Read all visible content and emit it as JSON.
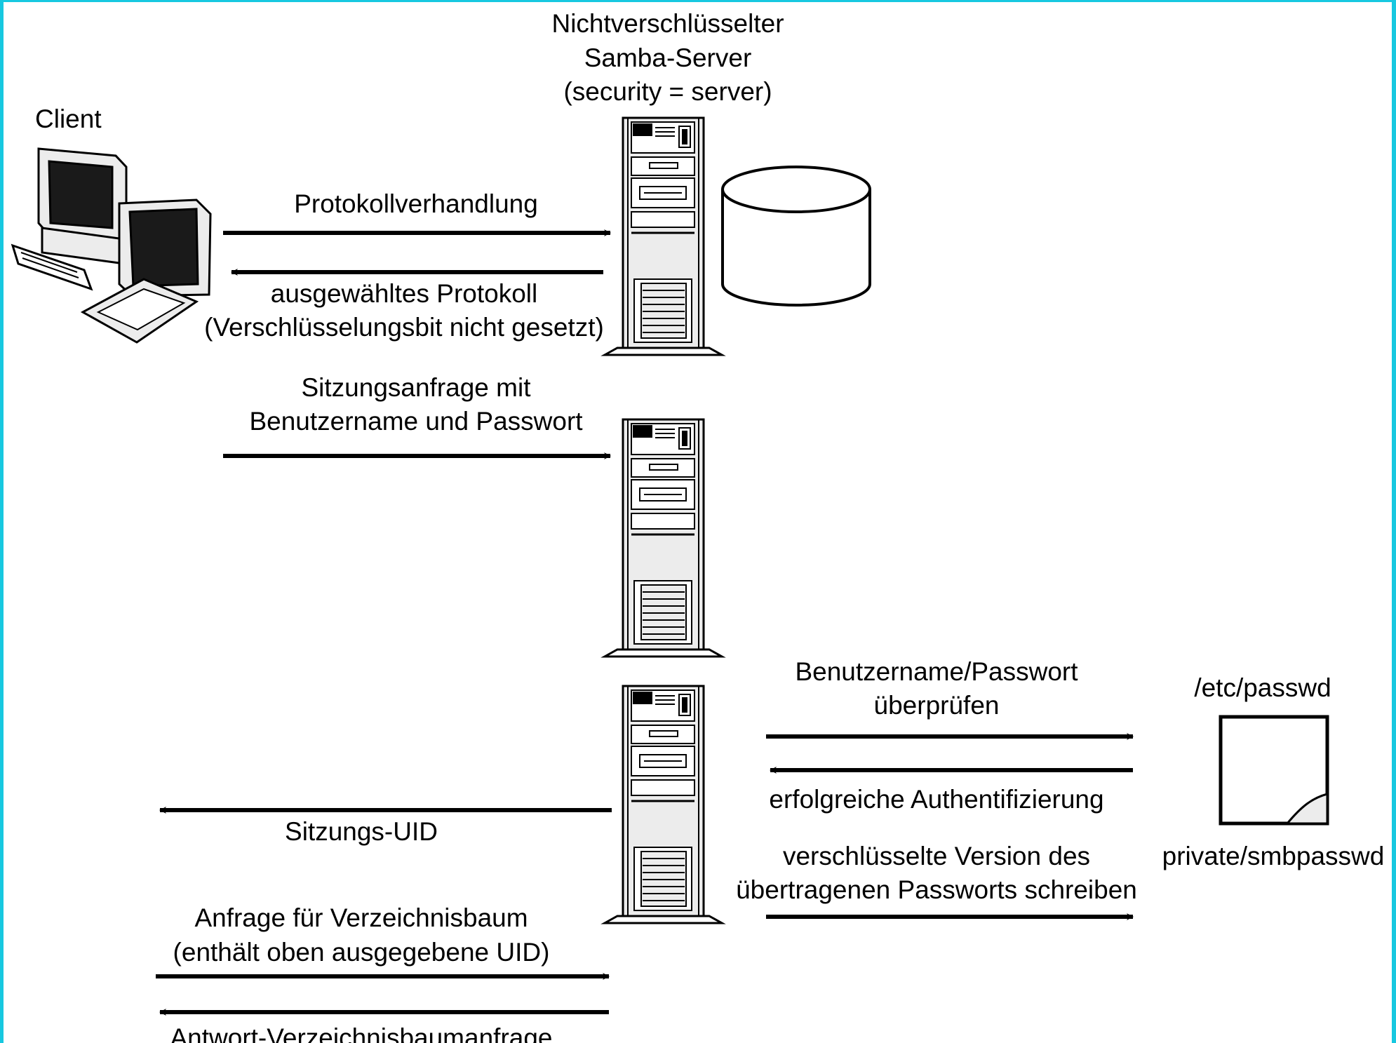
{
  "server": {
    "title_line1": "Nichtverschlüsselter",
    "title_line2": "Samba-Server",
    "title_line3": "(security = server)"
  },
  "client": {
    "label": "Client"
  },
  "files": {
    "passwd": "/etc/passwd",
    "smbpasswd": "private/smbpasswd"
  },
  "messages": {
    "protocol_negotiation": "Protokollverhandlung",
    "selected_protocol_line1": "ausgewähltes Protokoll",
    "selected_protocol_line2": "(Verschlüsselungsbit nicht gesetzt)",
    "session_request_line1": "Sitzungsanfrage mit",
    "session_request_line2": "Benutzername und Passwort",
    "verify_line1": "Benutzername/Passwort",
    "verify_line2": "überprüfen",
    "auth_success": "erfolgreiche Authentifizierung",
    "write_line1": "verschlüsselte Version des",
    "write_line2": "übertragenen Passworts schreiben",
    "session_uid": "Sitzungs-UID",
    "tree_request_line1": "Anfrage für Verzeichnisbaum",
    "tree_request_line2": "(enthält oben ausgegebene UID)",
    "tree_response": "Antwort-Verzeichnisbaumanfrage"
  },
  "colors": {
    "frame": "#17c8e0",
    "ink": "#000000",
    "fill": "#ececec"
  }
}
